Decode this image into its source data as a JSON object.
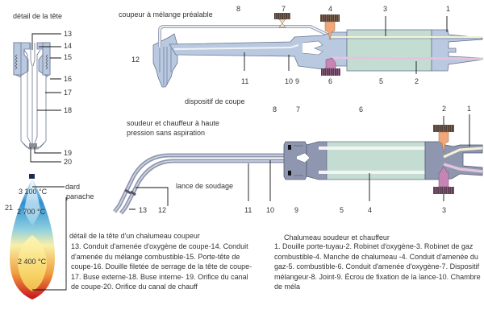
{
  "colors": {
    "metal_light": "#b9c9e0",
    "metal_dark": "#8f97b0",
    "handle_green": "#c4ddd2",
    "oxygen_knob": "#f0a87a",
    "gas_knob": "#c785b5",
    "knurl": "#4a3b33",
    "oxygen_line": "#f6f1d4",
    "gas_line": "#e4c4dc",
    "flame_hot": "#2f8fd0",
    "flame_mid": "#f8e888",
    "flame_outer": "#cc1a1a"
  },
  "head_detail": {
    "title": "détail de la tête",
    "numbers": [
      "13",
      "14",
      "15",
      "16",
      "17",
      "18",
      "19",
      "20"
    ]
  },
  "cutting_torch": {
    "title": "coupeur à mélange préalable",
    "subtitle": "dispositif de coupe",
    "top_numbers": [
      "8",
      "7",
      "4",
      "3",
      "1"
    ],
    "bottom_numbers": [
      "11",
      "10",
      "9",
      "6",
      "5",
      "2"
    ],
    "left_number": "12"
  },
  "welding_torch": {
    "title_line1": "soudeur et chauffeur à haute",
    "title_line2": "pression sans aspiration",
    "lance_label": "lance de soudage",
    "top_numbers": [
      "8",
      "7",
      "6",
      "2",
      "1"
    ],
    "bottom_numbers": [
      "13",
      "12",
      "11",
      "10",
      "9",
      "5",
      "4",
      "3"
    ]
  },
  "flame": {
    "label_dard": "dard",
    "label_panache": "panache",
    "number": "21",
    "temps": [
      "3 100 °C",
      "2 700 °C",
      "2 400 °C"
    ]
  },
  "captions": {
    "cutting_title": "détail de la tête d'un chalumeau coupeur",
    "cutting_text": "13. Conduit d'amenée d'oxygène de coupe-14. Conduit d'amenée du mélange combustible-15. Porte-tête de coupe-16. Douille filetée de serrage de la tête de coupe-17. Buse externe-18. Buse interne- 19. Orifice du canal de coupe-20. Orifice du canal de chauff",
    "welding_title": "Chalumeau soudeur et chauffeur",
    "welding_text": "1. Douille porte-tuyau-2. Robinet d'oxygène-3. Robinet de gaz combustible-4. Manche de chalumeau -4. Conduit d'amenée du gaz-5. combustible-6. Conduit d'amenée d'oxygène-7. Dispositif mélangeur-8. Joint-9. Écrou de fixation de la lance-10. Chambre de méla"
  }
}
